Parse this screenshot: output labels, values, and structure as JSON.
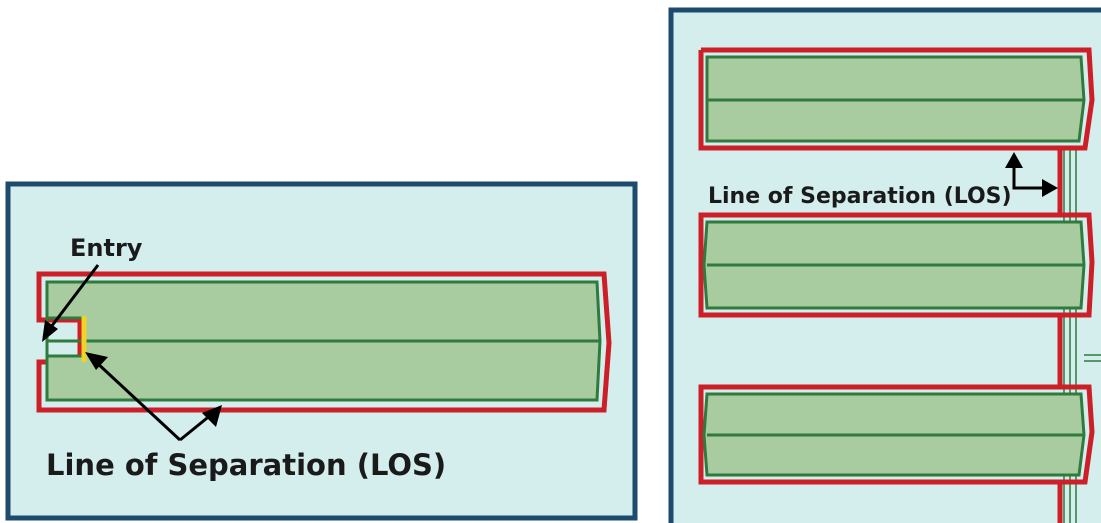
{
  "left_panel": {
    "entry_label": "Entry",
    "los_label": "Line of Separation (LOS)"
  },
  "right_panel": {
    "los_label": "Line of Separation (LOS)"
  },
  "colors": {
    "panel_bg": "#d3eeed",
    "panel_border": "#1e4a6e",
    "row_fill": "#a9cba0",
    "row_outline": "#2f7a3c",
    "los_line": "#cc1f27",
    "entry_line": "#f2d224",
    "arrow": "#000000"
  }
}
